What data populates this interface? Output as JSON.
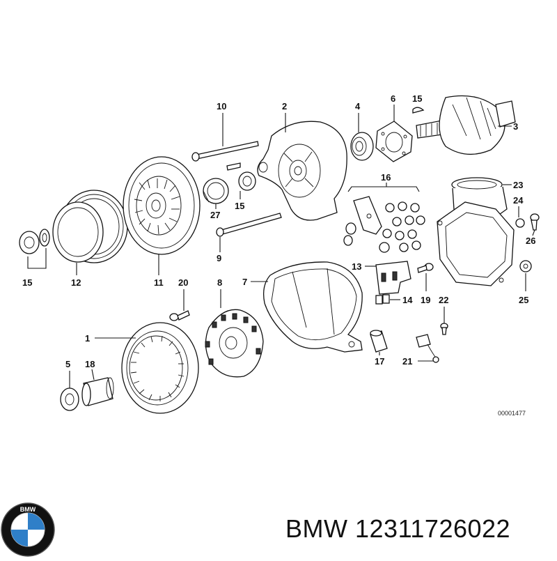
{
  "diagram": {
    "drawing_number": "00001477",
    "callouts": [
      "1",
      "2",
      "3",
      "4",
      "5",
      "6",
      "7",
      "8",
      "9",
      "10",
      "11",
      "12",
      "13",
      "14",
      "15",
      "15",
      "15",
      "16",
      "17",
      "18",
      "19",
      "20",
      "21",
      "22",
      "23",
      "24",
      "25",
      "26",
      "27"
    ]
  },
  "brand": {
    "logo_text": "BMW",
    "colors": {
      "blue": "#2f7fc8",
      "black": "#111111",
      "white": "#ffffff"
    }
  },
  "product": {
    "brand": "BMW",
    "part_number": "12311726022"
  }
}
